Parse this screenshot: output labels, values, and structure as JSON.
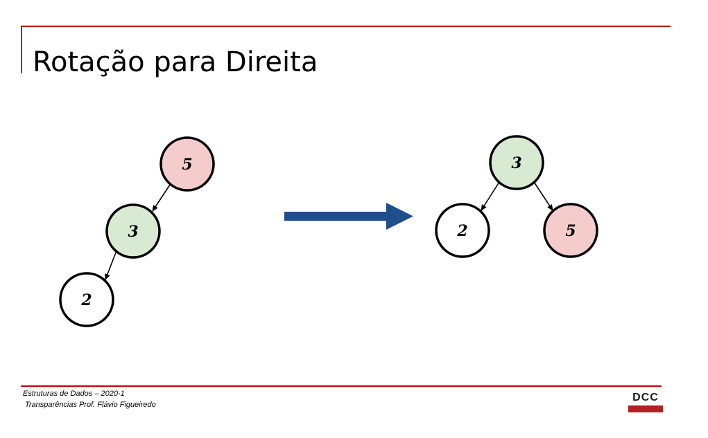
{
  "slide": {
    "title": "Rotação para Direita"
  },
  "colors": {
    "accent": "#c00000",
    "arrow": "#1f4e8c",
    "node_red": "#f4cccc",
    "node_green": "#d9ead3",
    "node_white": "#ffffff"
  },
  "diagram": {
    "before": {
      "nodes": [
        {
          "label": "5",
          "fill": "red"
        },
        {
          "label": "3",
          "fill": "green"
        },
        {
          "label": "2",
          "fill": "white"
        }
      ]
    },
    "after": {
      "nodes": [
        {
          "label": "3",
          "fill": "green"
        },
        {
          "label": "2",
          "fill": "white"
        },
        {
          "label": "5",
          "fill": "red"
        }
      ]
    },
    "transition_icon": "right-arrow-icon"
  },
  "footer": {
    "course": "Estruturas de Dados – 2020-1",
    "credits": "Transparências Prof. Flávio Figueiredo",
    "logo_text": "DCC"
  }
}
